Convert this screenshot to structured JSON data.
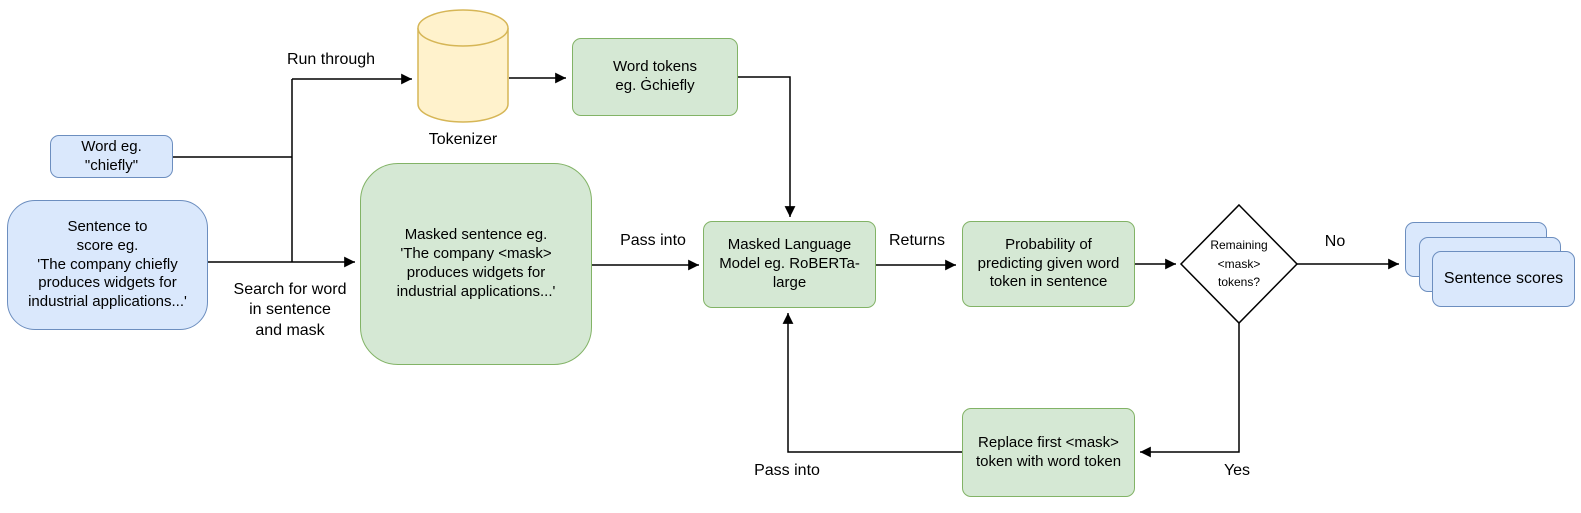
{
  "colors": {
    "blue_fill": "#dae8fc",
    "blue_stroke": "#6c8ebf",
    "green_fill": "#d5e8d4",
    "green_stroke": "#82b366",
    "yellow_fill": "#fff2cc",
    "yellow_stroke": "#d6b656",
    "line": "#000000"
  },
  "nodes": {
    "word_input": "Word eg.\n\"chiefly\"",
    "sentence_input": "Sentence to\nscore eg.\n'The company chiefly\nproduces widgets for\nindustrial applications...'",
    "tokenizer_label": "Tokenizer",
    "word_tokens": "Word tokens\neg. Ġchiefly",
    "masked_sentence": "Masked sentence eg.\n'The company <mask>\nproduces widgets for\nindustrial applications...'",
    "mlm": "Masked Language\nModel eg. RoBERTa-\nlarge",
    "probability": "Probability of\npredicting given word\ntoken in sentence",
    "decision": "Remaining\n<mask>\ntokens?",
    "replace_mask": "Replace first <mask>\ntoken with word token",
    "sentence_scores": "Sentence scores"
  },
  "edge_labels": {
    "run_through": "Run through",
    "search_and_mask": "Search for word\nin sentence\nand mask",
    "pass_into_model": "Pass into",
    "returns": "Returns",
    "no": "No",
    "yes": "Yes",
    "pass_into_loop": "Pass into"
  }
}
